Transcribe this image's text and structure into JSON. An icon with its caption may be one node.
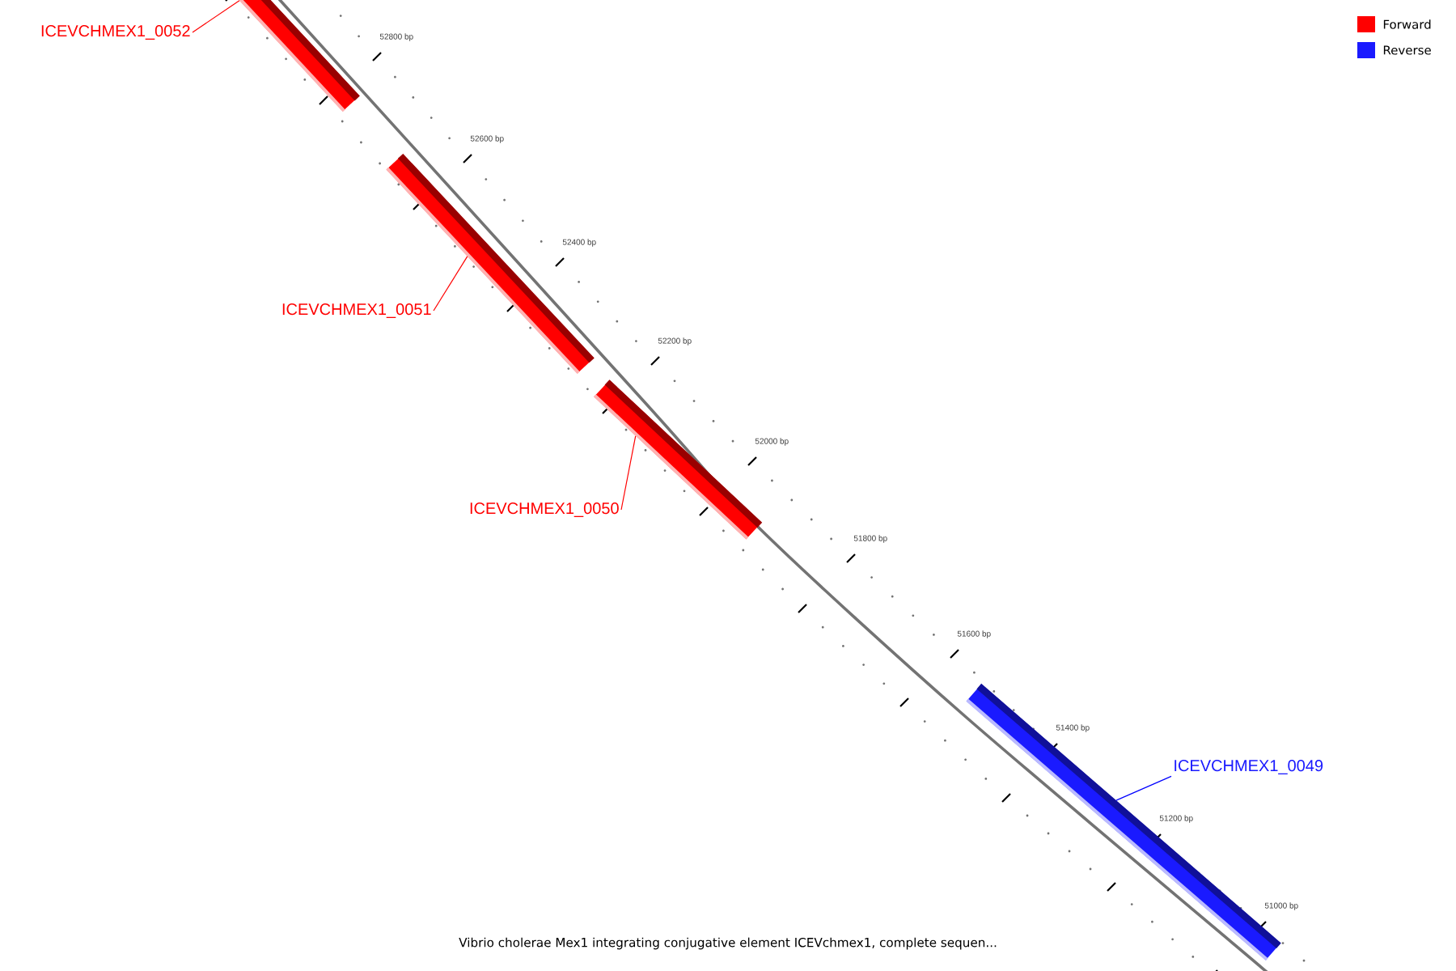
{
  "diagram": {
    "caption": "Vibrio cholerae Mex1 integrating conjugative element ICEVchmex1, complete sequen...",
    "nodes": [
      {
        "text": [
          "ICEVCHMEX1_0052"
        ]
      },
      {
        "text": [],
        "shape": "bar"
      },
      {
        "text": [],
        "shape": "bar"
      },
      {
        "text": [
          "ICEVCHMEX1_0051"
        ]
      },
      {
        "text": [],
        "shape": "bar"
      },
      {
        "text": [
          "ICEVCHMEX1_0050"
        ]
      },
      {
        "text": [],
        "shape": "bar"
      },
      {
        "text": [
          "ICEVCHMEX1_0049"
        ]
      }
    ],
    "edges": [
      {
        "from": 0,
        "to": 1,
        "arrow": "none"
      },
      {
        "from": 3,
        "to": 2,
        "arrow": "none"
      },
      {
        "from": 5,
        "to": 4,
        "arrow": "none"
      },
      {
        "from": 7,
        "to": 6,
        "arrow": "none",
        "color": "#0000ff"
      }
    ],
    "labels": [
      "52800 bp",
      "52600 bp",
      "52400 bp",
      "52200 bp",
      "52000 bp",
      "51800 bp",
      "51600 bp",
      "51400 bp",
      "51200 bp",
      "51000 bp"
    ],
    "legend": [
      {
        "text": "Forward",
        "color": "#ff0000"
      },
      {
        "text": "Reverse",
        "color": "#1a1aff"
      }
    ]
  }
}
